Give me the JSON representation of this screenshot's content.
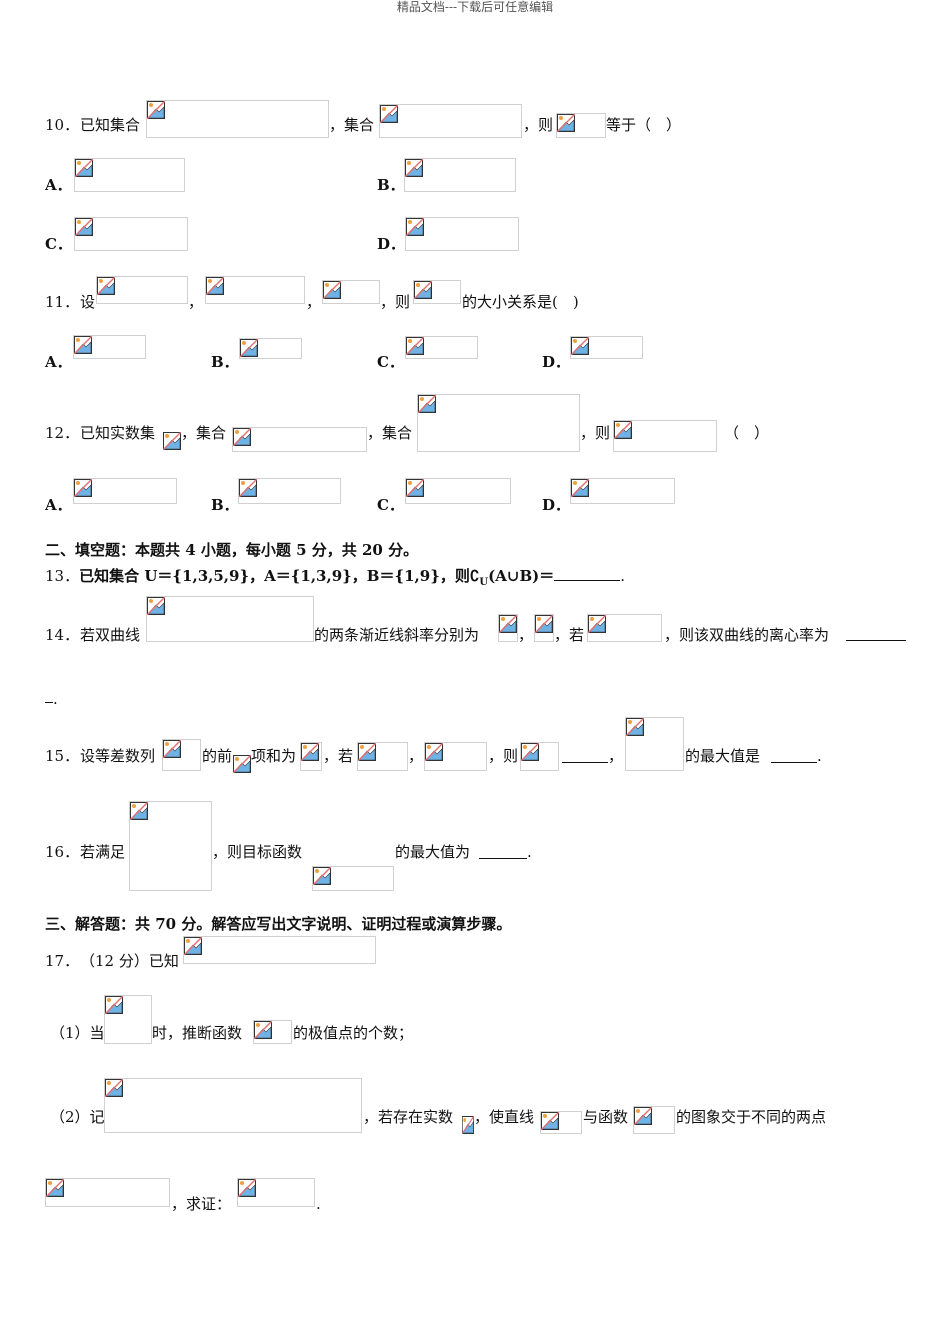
{
  "header": {
    "text": "精品文档---下载后可任意编辑"
  },
  "icon": {
    "name": "broken-image-icon",
    "colors": {
      "frame": "#333333",
      "sky": "#ffffff",
      "mountain": "#6fb3e6",
      "sun": "#f0a040",
      "slash": "#e07070"
    }
  },
  "q10": {
    "num": "10．",
    "t1": "已知集合",
    "t2": "，集合",
    "t3": "，则",
    "t4": "等于（　）",
    "options": [
      {
        "label": "A．"
      },
      {
        "label": "B．"
      },
      {
        "label": "C．"
      },
      {
        "label": "D．"
      }
    ]
  },
  "q11": {
    "num": "11．",
    "t1": "设",
    "c1": "，",
    "c2": "，",
    "t3": "，则",
    "t4": "的大小关系是(　)",
    "options": [
      {
        "label": "A．"
      },
      {
        "label": "B．"
      },
      {
        "label": "C．"
      },
      {
        "label": "D．"
      }
    ]
  },
  "q12": {
    "num": "12．",
    "t1": "已知实数集",
    "t2": "，集合",
    "t3": "，集合",
    "t4": "，则",
    "t5": "（　）",
    "options": [
      {
        "label": "A．"
      },
      {
        "label": "B．"
      },
      {
        "label": "C．"
      },
      {
        "label": "D．"
      }
    ]
  },
  "section2": {
    "title": "二、填空题：本题共 4 小题，每小题 5 分，共 20 分。"
  },
  "q13": {
    "num": "13．",
    "text": "已知集合 U＝{1,3,5,9}，A＝{1,3,9}，B＝{1,9}，则∁",
    "sub": "U",
    "text2": "(A∪B)＝",
    "end": "."
  },
  "q14": {
    "num": "14．",
    "t1": "若双曲线",
    "t2": "的两条渐近线斜率分别为",
    "c1": "，",
    "c2": "，若",
    "t3": "，则该双曲线的离心率为",
    "line2": "."
  },
  "q15": {
    "num": "15．",
    "t1": "设等差数列",
    "t2": "的前",
    "t3": "项和为",
    "t4": "，若",
    "t5": "，",
    "t6": "，则",
    "t7": "，",
    "t8": "的最大值是",
    "end": "."
  },
  "q16": {
    "num": "16．",
    "t1": "若满足",
    "t2": "，则目标函数",
    "t3": "的最大值为",
    "end": "."
  },
  "section3": {
    "title": "三、解答题：共 70 分。解答应写出文字说明、证明过程或演算步骤。"
  },
  "q17": {
    "num": "17．",
    "t1": "（12 分）已知",
    "p1": {
      "t1": "（1）当",
      "t2": "时，推断函数",
      "t3": "的极值点的个数；"
    },
    "p2": {
      "t1": "（2）记",
      "t2": "，若存在实数",
      "t3": "，使直线",
      "t4": "与函数",
      "t5": "的图象交于不同的两点",
      "t6": "，求证：",
      "end": "."
    }
  }
}
